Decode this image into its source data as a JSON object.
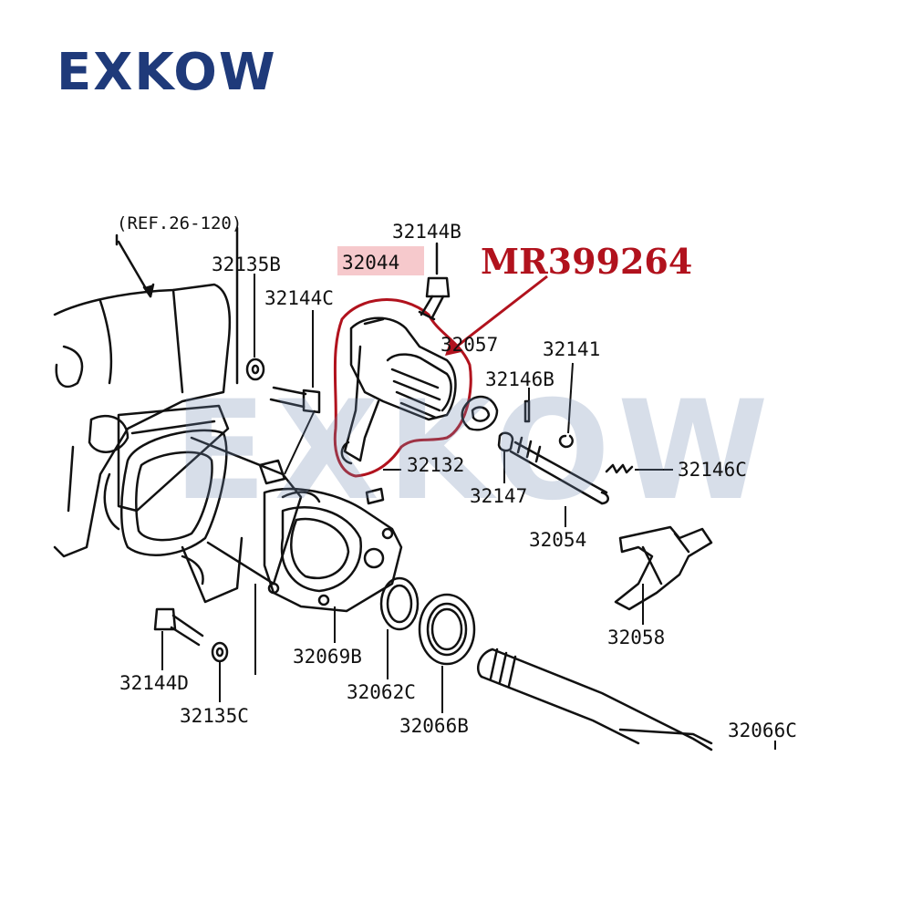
{
  "brand": {
    "logo_text": "EXKOW",
    "watermark_text": "EXKOW",
    "color": "#1f3a7a"
  },
  "highlight": {
    "part_number": "MR399264",
    "color": "#b1121d",
    "box_color": "#f6c9cc"
  },
  "labels": {
    "ref": "(REF.26-120)",
    "p32144B": "32144B",
    "p32135B": "32135B",
    "p32044": "32044",
    "p32144C": "32144C",
    "p32057": "32057",
    "p32141": "32141",
    "p32146B": "32146B",
    "p32146C": "32146C",
    "p32132": "32132",
    "p32147": "32147",
    "p32054": "32054",
    "p32058": "32058",
    "p32069B": "32069B",
    "p32062C": "32062C",
    "p32066B": "32066B",
    "p32066C": "32066C",
    "p32144D": "32144D",
    "p32135C": "32135C"
  }
}
